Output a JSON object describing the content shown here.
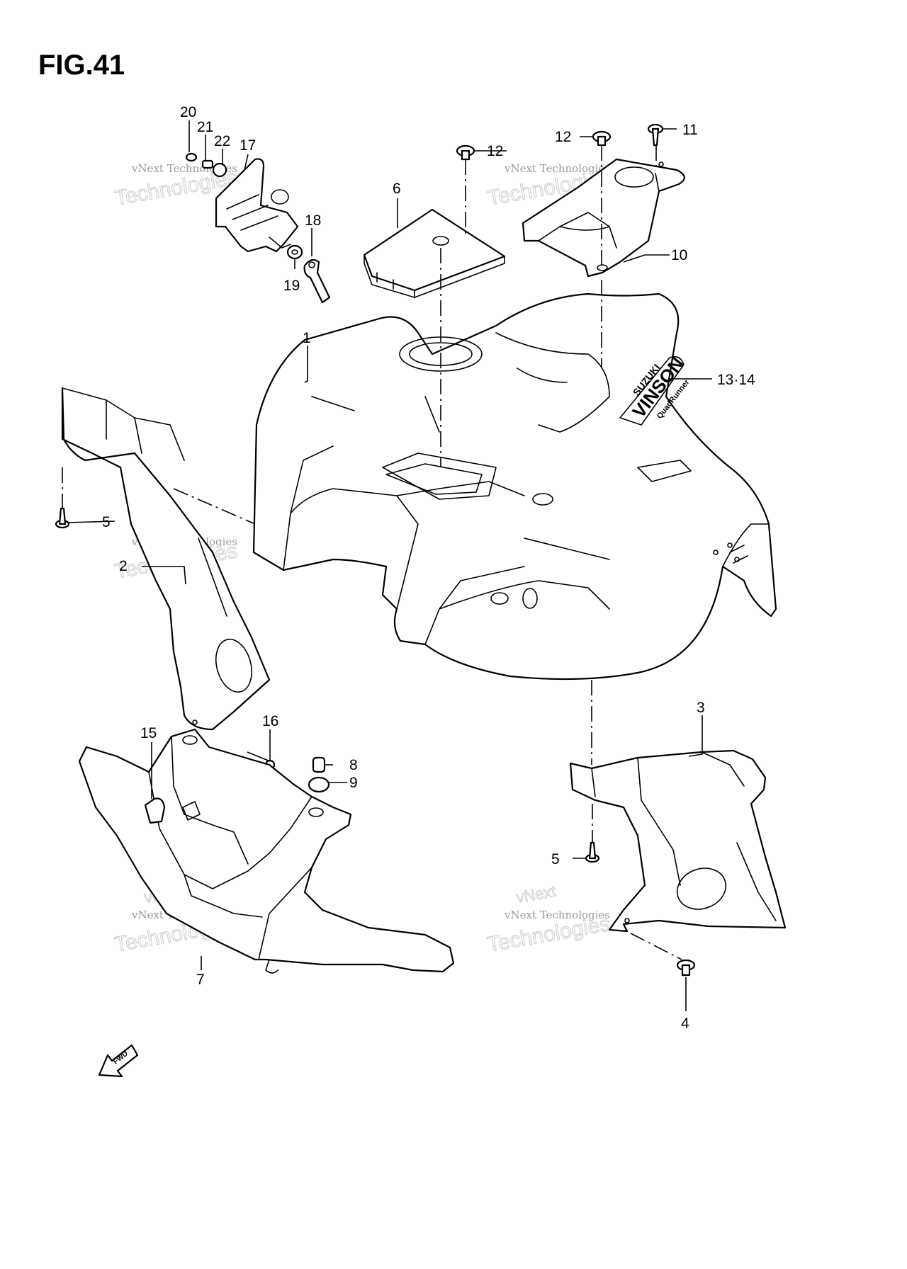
{
  "figure_title": "FIG.41",
  "callouts": {
    "c1": "1",
    "c2": "2",
    "c3": "3",
    "c4": "4",
    "c5a": "5",
    "c5b": "5",
    "c6": "6",
    "c7": "7",
    "c8": "8",
    "c9": "9",
    "c10": "10",
    "c11": "11",
    "c12a": "12",
    "c12b": "12",
    "c1314": "13·14",
    "c15": "15",
    "c16": "16",
    "c17": "17",
    "c18": "18",
    "c19": "19",
    "c20": "20",
    "c21": "21",
    "c22": "22"
  },
  "decal": {
    "brand": "SUZUKI",
    "model": "VINSON",
    "sub": "QuadRunner"
  },
  "fwd_arrow": {
    "label": "FWD"
  },
  "watermark": {
    "line1": "vNext Technologies",
    "line2": "Technologies",
    "line3": "vNext"
  }
}
